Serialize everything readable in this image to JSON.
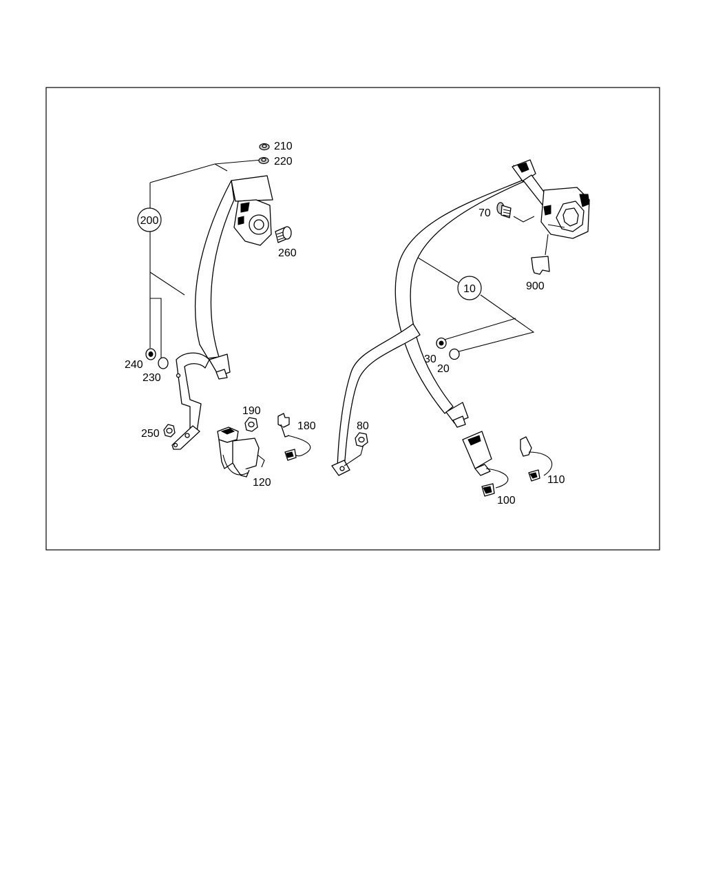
{
  "labels": {
    "l10": "10",
    "l20": "20",
    "l30": "30",
    "l70": "70",
    "l80": "80",
    "l100": "100",
    "l110": "110",
    "l120": "120",
    "l180": "180",
    "l190": "190",
    "l200": "200",
    "l210": "210",
    "l220": "220",
    "l230": "230",
    "l240": "240",
    "l250": "250",
    "l260": "260",
    "l900": "900"
  }
}
